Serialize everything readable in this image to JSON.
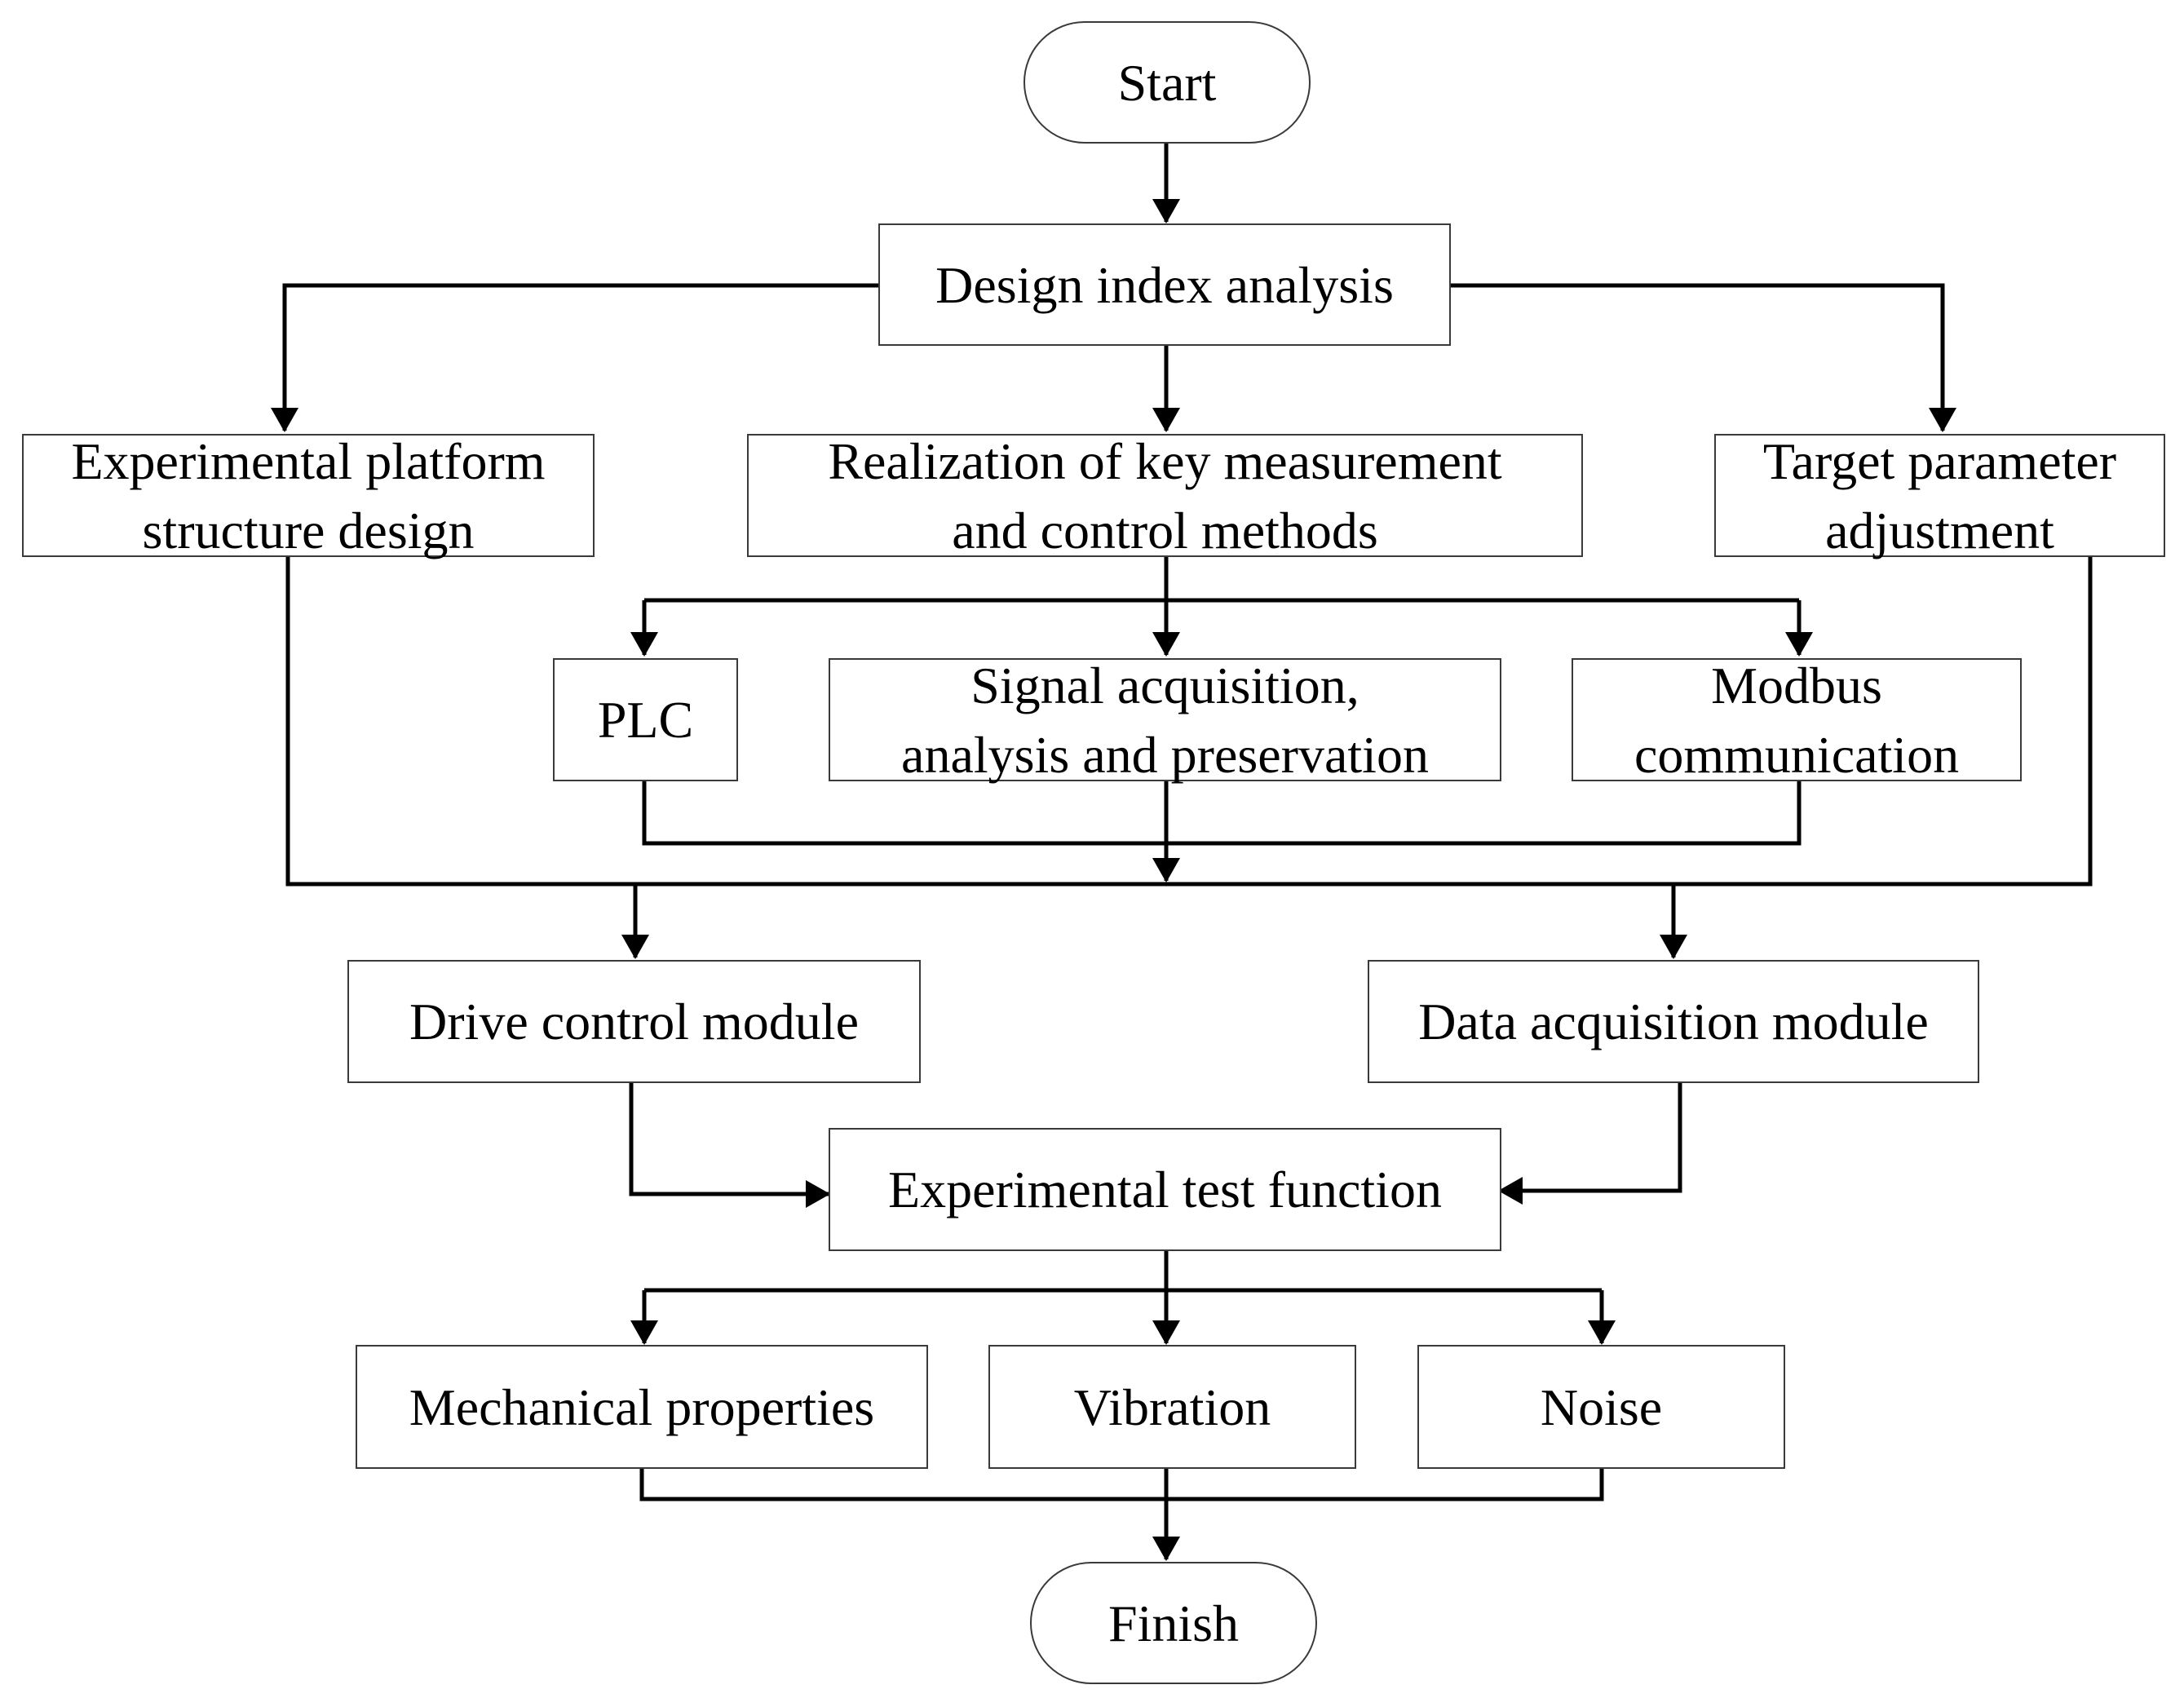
{
  "flowchart": {
    "start": "Start",
    "design_index": "Design index analysis",
    "platform_design": [
      "Experimental platform",
      "structure design"
    ],
    "key_methods": [
      "Realization of key measurement",
      "and control methods"
    ],
    "target_adjustment": [
      "Target parameter",
      "adjustment"
    ],
    "plc": "PLC",
    "signal": [
      "Signal acquisition,",
      "analysis and preservation"
    ],
    "modbus": [
      "Modbus",
      "communication"
    ],
    "drive_control": "Drive control module",
    "data_acquisition": "Data acquisition module",
    "test_function": "Experimental test function",
    "mechanical": "Mechanical properties",
    "vibration": "Vibration",
    "noise": "Noise",
    "finish": "Finish"
  },
  "colors": {
    "line": "#000000",
    "border": "#3a3a3a",
    "background": "#ffffff",
    "text": "#000000"
  }
}
